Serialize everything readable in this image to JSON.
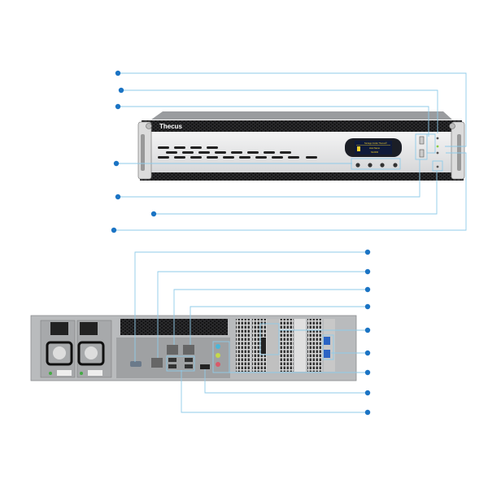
{
  "product": {
    "logo": "Thecus",
    "lcd_lines": [
      "Storage Inside Thecus®",
      "Host Name",
      "N12000"
    ]
  },
  "colors": {
    "callout_line": "#8fcbe9",
    "callout_dot": "#1b74c4",
    "chassis": "#c9cbcd",
    "vent": "#1e1e20",
    "lcd_bg": "#0f1a3a"
  },
  "callouts": {
    "front": [
      "front-1",
      "front-2",
      "front-3",
      "front-4",
      "front-5",
      "front-6",
      "front-7"
    ],
    "rear": [
      "rear-1",
      "rear-2",
      "rear-3",
      "rear-4",
      "rear-5",
      "rear-6",
      "rear-7",
      "rear-8",
      "rear-9"
    ]
  }
}
